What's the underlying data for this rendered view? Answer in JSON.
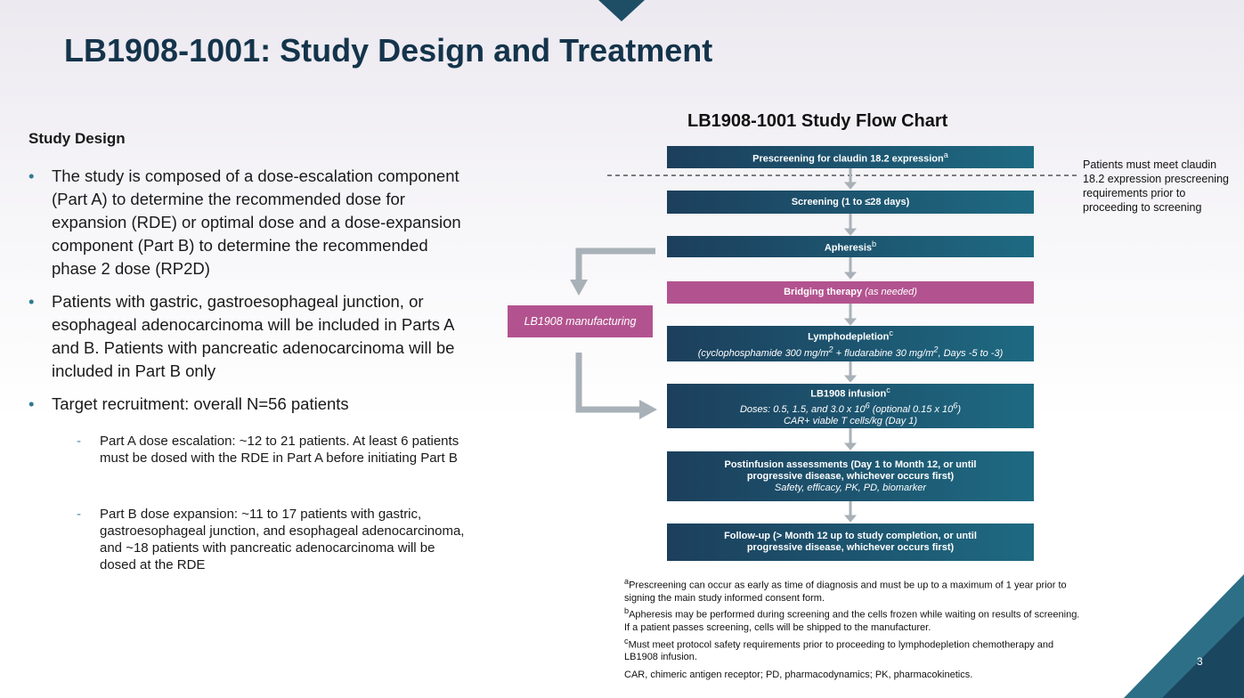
{
  "title": "LB1908-1001: Study Design and Treatment",
  "study_design": {
    "heading": "Study Design",
    "bullets": [
      "The study is composed of a dose-escalation component (Part A) to determine the recommended dose for expansion (RDE) or optimal dose and a dose-expansion component (Part B) to determine the recommended phase 2 dose (RP2D)",
      "Patients with gastric, gastroesophageal junction, or esophageal adenocarcinoma will be included in Parts A and B. Patients with pancreatic adenocarcinoma will be included in Part B only",
      "Target recruitment: overall N=56 patients"
    ],
    "sub_bullets": [
      "Part A dose escalation: ~12 to 21 patients. At least 6 patients must be dosed with the RDE in Part A before initiating Part B",
      "Part B dose expansion: ~11 to 17 patients with gastric, gastroesophageal junction, and esophageal adenocarcinoma, and ~18 patients with pancreatic adenocarcinoma will be dosed at the RDE"
    ]
  },
  "flow_chart": {
    "title": "LB1908-1001 Study Flow Chart",
    "boxes": {
      "prescreening": {
        "main": "Prescreening for claudin 18.2 expression",
        "sup": "a"
      },
      "screening": {
        "main": "Screening (1 to ≤28 days)"
      },
      "apheresis": {
        "main": "Apheresis",
        "sup": "b"
      },
      "bridging": {
        "main": "Bridging therapy",
        "note": "(as needed)"
      },
      "lymphodepletion": {
        "main": "Lymphodepletion",
        "sup": "c",
        "line2_a": "(cyclophosphamide 300 mg/m",
        "line2_b": " + fludarabine 30 mg/m",
        "line2_c": ", Days -5 to -3)",
        "sq": "2"
      },
      "infusion": {
        "main": "LB1908 infusion",
        "sup": "c",
        "line2_a": "Doses: 0.5, 1.5, and 3.0 x 10",
        "line2_b": " (optional 0.15 x 10",
        "line2_c": ")",
        "exp": "6",
        "line3": "CAR+ viable T cells/kg (Day 1)"
      },
      "postinfusion": {
        "line1": "Postinfusion assessments (Day 1 to Month 12, or until",
        "line2": "progressive disease, whichever occurs first)",
        "line3": "Safety, efficacy, PK, PD, biomarker"
      },
      "followup": {
        "line1": "Follow-up (> Month 12 up to study completion, or until",
        "line2": "progressive disease, whichever occurs first)"
      }
    },
    "manufacturing": "LB1908 manufacturing",
    "side_note": "Patients must meet claudin 18.2 expression prescreening requirements prior to proceeding to screening",
    "footnotes": {
      "a_sup": "a",
      "a": "Prescreening can occur as early as time of diagnosis and must be up to a maximum  of 1 year prior to signing the main study informed consent form.",
      "b_sup": "b",
      "b": "Apheresis may be performed during screening and the cells frozen while waiting on results of screening. If a patient passes screening, cells will be shipped to the manufacturer.",
      "c_sup": "c",
      "c": "Must meet protocol safety requirements prior to proceeding to lymphodepletion chemotherapy and LB1908 infusion."
    },
    "abbreviations": "CAR, chimeric antigen receptor; PD, pharmacodynamics; PK, pharmacokinetics."
  },
  "page_number": "3",
  "colors": {
    "navy": "#1c3f5c",
    "teal": "#1e6a82",
    "magenta": "#b2538f",
    "arrow_gray": "#a9b1b8"
  }
}
